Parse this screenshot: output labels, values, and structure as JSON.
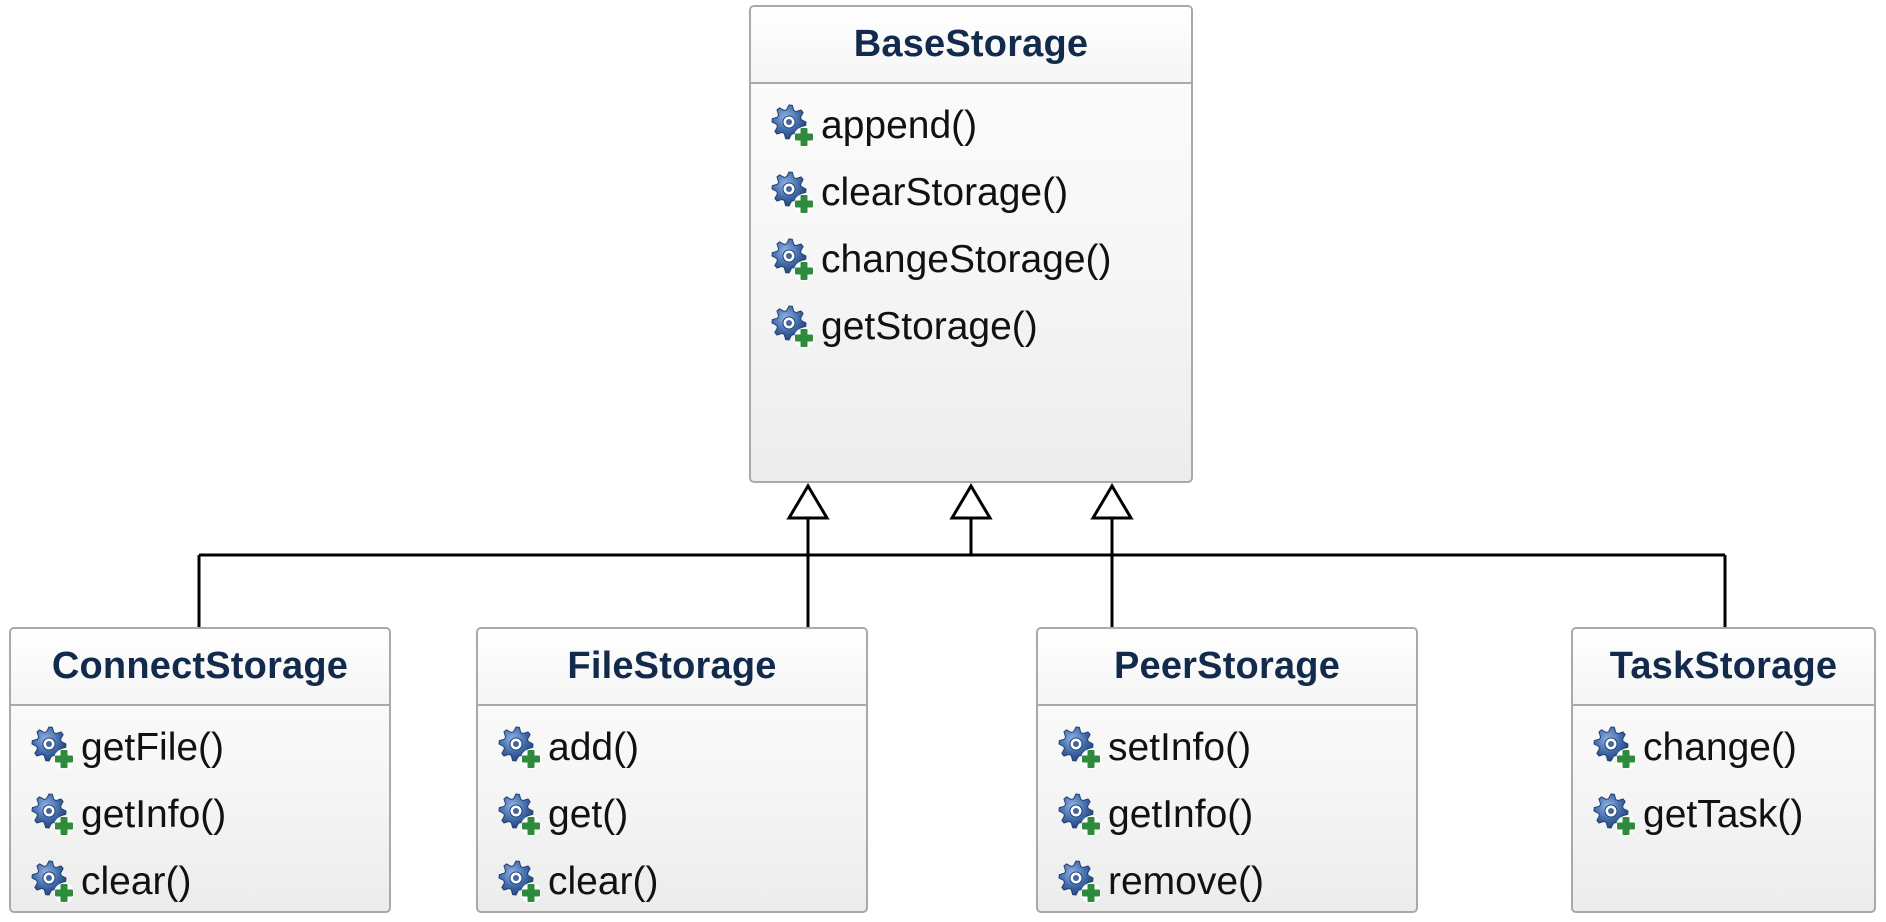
{
  "diagram": {
    "base_class": {
      "name": "BaseStorage",
      "methods": [
        "append()",
        "clearStorage()",
        "changeStorage()",
        "getStorage()"
      ]
    },
    "subclasses": [
      {
        "name": "ConnectStorage",
        "methods": [
          "getFile()",
          "getInfo()",
          "clear()"
        ]
      },
      {
        "name": "FileStorage",
        "methods": [
          "add()",
          "get()",
          "clear()"
        ]
      },
      {
        "name": "PeerStorage",
        "methods": [
          "setInfo()",
          "getInfo()",
          "remove()"
        ]
      },
      {
        "name": "TaskStorage",
        "methods": [
          "change()",
          "getTask()"
        ]
      }
    ],
    "relationships": [
      {
        "from": "ConnectStorage",
        "to": "BaseStorage",
        "type": "inheritance"
      },
      {
        "from": "FileStorage",
        "to": "BaseStorage",
        "type": "inheritance"
      },
      {
        "from": "PeerStorage",
        "to": "BaseStorage",
        "type": "inheritance"
      },
      {
        "from": "TaskStorage",
        "to": "BaseStorage",
        "type": "inheritance"
      }
    ],
    "method_icon": "public-method-gear-plus-icon",
    "colors": {
      "class_name": "#122b4c",
      "box_border": "#a9a9a9",
      "gear": "#3e66a6",
      "plus": "#2e8b3c",
      "connector": "#000000"
    }
  }
}
